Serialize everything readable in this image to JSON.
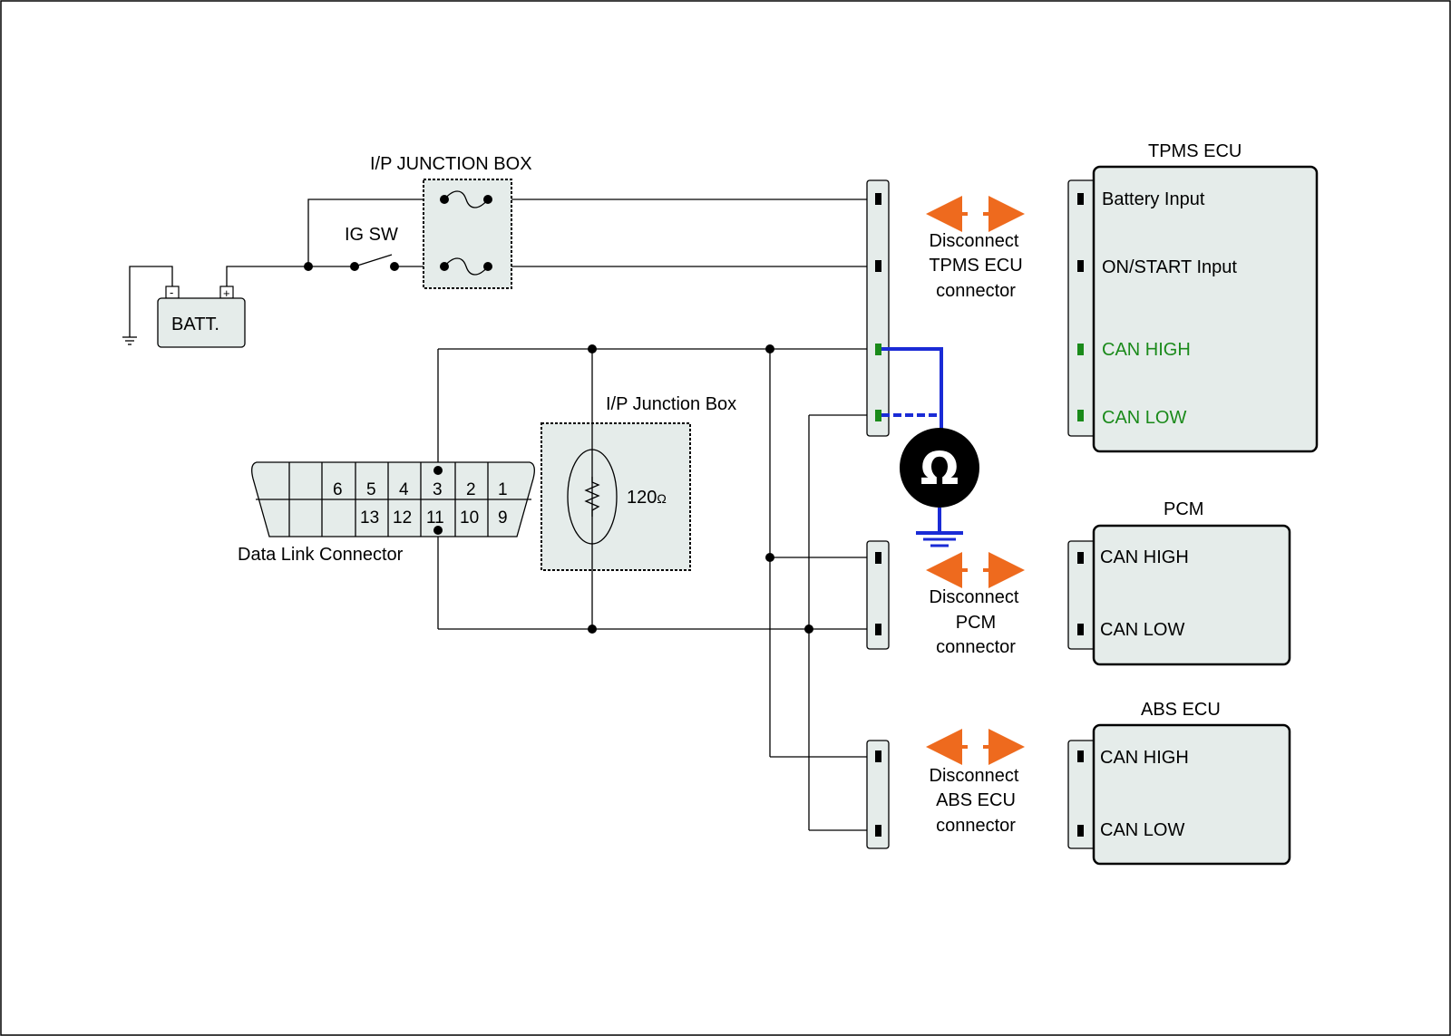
{
  "labels": {
    "ip_junction_box_top": "I/P JUNCTION BOX",
    "ig_sw": "IG SW",
    "batt": "BATT.",
    "batt_neg": "-",
    "batt_pos": "+",
    "ip_junction_box_mid": "I/P Junction Box",
    "resistor_value": "120",
    "resistor_unit": "Ω",
    "data_link_connector": "Data Link Connector",
    "ohm_symbol": "Ω"
  },
  "dlc_pins": {
    "top": [
      "6",
      "5",
      "4",
      "3",
      "2",
      "1"
    ],
    "bottom": [
      "13",
      "12",
      "11",
      "10",
      "9"
    ]
  },
  "modules": {
    "tpms": {
      "title": "TPMS ECU",
      "battery_input": "Battery Input",
      "on_start_input": "ON/START Input",
      "can_high": "CAN HIGH",
      "can_low": "CAN LOW",
      "disconnect": [
        "Disconnect",
        "TPMS ECU",
        "connector"
      ]
    },
    "pcm": {
      "title": "PCM",
      "can_high": "CAN HIGH",
      "can_low": "CAN LOW",
      "disconnect": [
        "Disconnect",
        "PCM",
        "connector"
      ]
    },
    "abs": {
      "title": "ABS ECU",
      "can_high": "CAN HIGH",
      "can_low": "CAN LOW",
      "disconnect": [
        "Disconnect",
        "ABS ECU",
        "connector"
      ]
    }
  },
  "colors": {
    "arrow": "#ee6a1e",
    "meter_lead": "#1a2bd6",
    "can_pin": "#1a8a1a",
    "panel_fill": "#e5ecea"
  }
}
